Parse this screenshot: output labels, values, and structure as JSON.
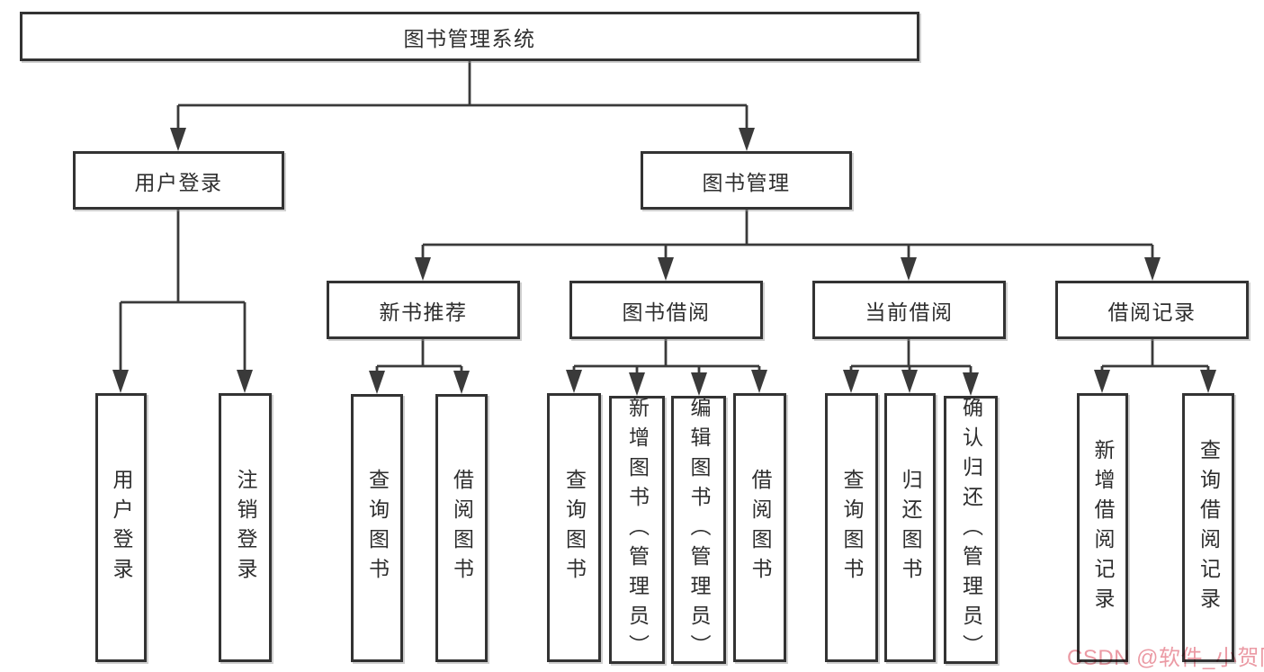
{
  "diagram": {
    "root": {
      "label": "图书管理系统"
    },
    "level2": [
      {
        "label": "用户登录"
      },
      {
        "label": "图书管理"
      }
    ],
    "level3": [
      {
        "label": "新书推荐"
      },
      {
        "label": "图书借阅"
      },
      {
        "label": "当前借阅"
      },
      {
        "label": "借阅记录"
      }
    ],
    "leaves": {
      "login": [
        "用户登录",
        "注销登录"
      ],
      "newbook": [
        "查询图书",
        "借阅图书"
      ],
      "borrow": [
        "查询图书",
        "新增图书（管理员）",
        "编辑图书（管理员）",
        "借阅图书"
      ],
      "current": [
        "查询图书",
        "归还图书",
        "确认归还（管理员）"
      ],
      "records": [
        "新增借阅记录",
        "查询借阅记录"
      ]
    }
  },
  "watermark": {
    "text": "CSDN @软件_小贺同学",
    "color": "#eb9aa4"
  },
  "colors": {
    "line": "#3a3a3a",
    "box_border": "#333333",
    "box_fill": "#ffffff",
    "text": "#2e2e2e",
    "background": "#ffffff"
  }
}
